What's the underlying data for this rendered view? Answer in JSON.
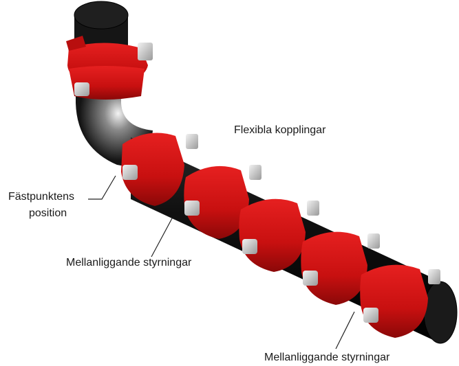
{
  "labels": {
    "flexible_couplings": "Flexibla kopplingar",
    "anchor_point_line1": "Fästpunktens",
    "anchor_point_line2": "position",
    "intermediate_guides_1": "Mellanliggande styrningar",
    "intermediate_guides_2": "Mellanliggande styrningar"
  },
  "colors": {
    "pipe": "#1e1e1e",
    "pipe_highlight": "#6a6a6a",
    "coupling_red": "#d41414",
    "coupling_dark": "#8c0a0a",
    "bolt": "#d8d8d8",
    "leader_line": "#222222"
  }
}
